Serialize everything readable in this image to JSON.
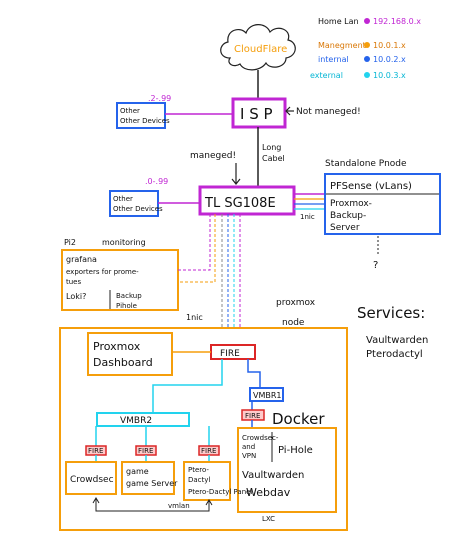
{
  "legend": {
    "home": "Home Lan",
    "home_ip": "192.168.0.x",
    "mgmt": "Manegment",
    "mgmt_ip": "10.0.1.x",
    "internal": "internal",
    "internal_ip": "10.0.2.x",
    "external": "external",
    "external_ip": "10.0.3.x",
    "colors": {
      "home": "#c026d3",
      "mgmt": "#f59e0b",
      "internal": "#2563eb",
      "external": "#22d3ee"
    }
  },
  "cloud": {
    "label": "CloudFlare"
  },
  "isp": {
    "label": "I S P",
    "note": "Not maneged!",
    "other_devices": "Other Devices",
    "other_ip": ".2-.99"
  },
  "long_cable": {
    "line1": "Long",
    "line2": "Cabel"
  },
  "managed_note": "maneged!",
  "switch": {
    "label": "TL SG108E",
    "other_devices": "Other Devices",
    "other_ip": ".0-.99",
    "nic": "1nic"
  },
  "standalone": {
    "title": "Standalone Pnode",
    "lines": [
      "PFSense (vLans)",
      "Proxmox-",
      "Backup-",
      "Server"
    ],
    "question": "?"
  },
  "pi": {
    "title": "Pi2",
    "subtitle": "monitoring",
    "lines": [
      "grafana",
      "exporters for prome-",
      "tues",
      "Loki?",
      "Backup",
      "Pihole"
    ]
  },
  "proxmox": {
    "title_line1": "proxmox",
    "title_line2": "node",
    "nic": "1nic",
    "dashboard_line1": "Proxmox",
    "dashboard_line2": "Dashboard",
    "fire": "FIRE",
    "vmbr2": "VMBR2",
    "vmbr1": "VMBR1",
    "docker": "Docker",
    "docker_lines": [
      "Crowdsec-",
      "and",
      "VPN",
      "Pi-Hole",
      "Vaultwarden",
      "Webdav"
    ],
    "vms": [
      "Crowdsec",
      "game Server",
      "Ptero-Dactyl Panel"
    ],
    "vmlan": "vmlan",
    "lxc": "LXC"
  },
  "services": {
    "title": "Services:",
    "lines": [
      "Vaultwarden",
      "Pterodactyl"
    ]
  }
}
